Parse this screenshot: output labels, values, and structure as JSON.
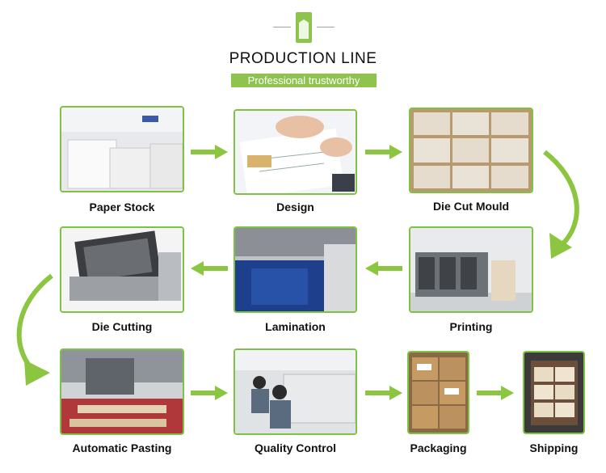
{
  "header": {
    "title": "PRODUCTION LINE",
    "subtitle": "Professional trustworthy"
  },
  "steps": [
    {
      "label": "Paper Stock"
    },
    {
      "label": "Design"
    },
    {
      "label": "Die Cut Mould"
    },
    {
      "label": "Printing"
    },
    {
      "label": "Lamination"
    },
    {
      "label": "Die Cutting"
    },
    {
      "label": "Automatic Pasting"
    },
    {
      "label": "Quality Control"
    },
    {
      "label": "Packaging"
    },
    {
      "label": "Shipping"
    }
  ],
  "colors": {
    "accent": "#8ec44e",
    "border": "#7dc243",
    "arrow": "#8cc540"
  }
}
